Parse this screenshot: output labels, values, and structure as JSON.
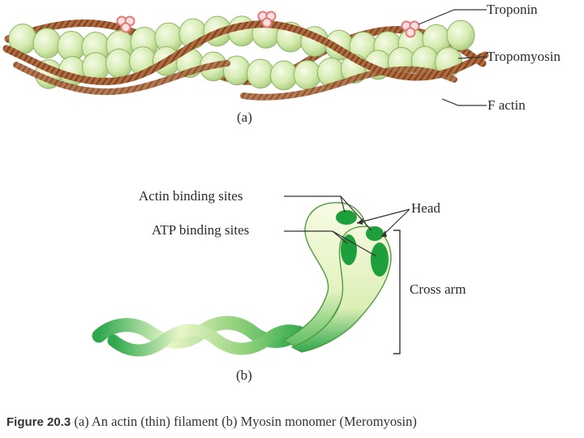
{
  "panel_a": {
    "labels": {
      "troponin": "Troponin",
      "tropomyosin": "Tropomyosin",
      "f_actin": "F actin"
    },
    "sublabel": "(a)"
  },
  "panel_b": {
    "labels": {
      "actin_binding_sites": "Actin binding sites",
      "atp_binding_sites": "ATP binding sites",
      "head": "Head",
      "cross_arm": "Cross arm"
    },
    "sublabel": "(b)"
  },
  "caption": {
    "prefix": "Figure 20.3",
    "text": "(a) An actin (thin) filament (b) Myosin monomer (Meromyosin)"
  },
  "colors": {
    "actin_bead": "#d6edb4",
    "actin_bead_edge": "#8fb466",
    "tropomyosin": "#b2683c",
    "troponin": "#e07b7b",
    "binding_site": "#1f9e3c",
    "myosin_light": "#f2f9dc",
    "myosin_dark": "#2ea84c"
  }
}
